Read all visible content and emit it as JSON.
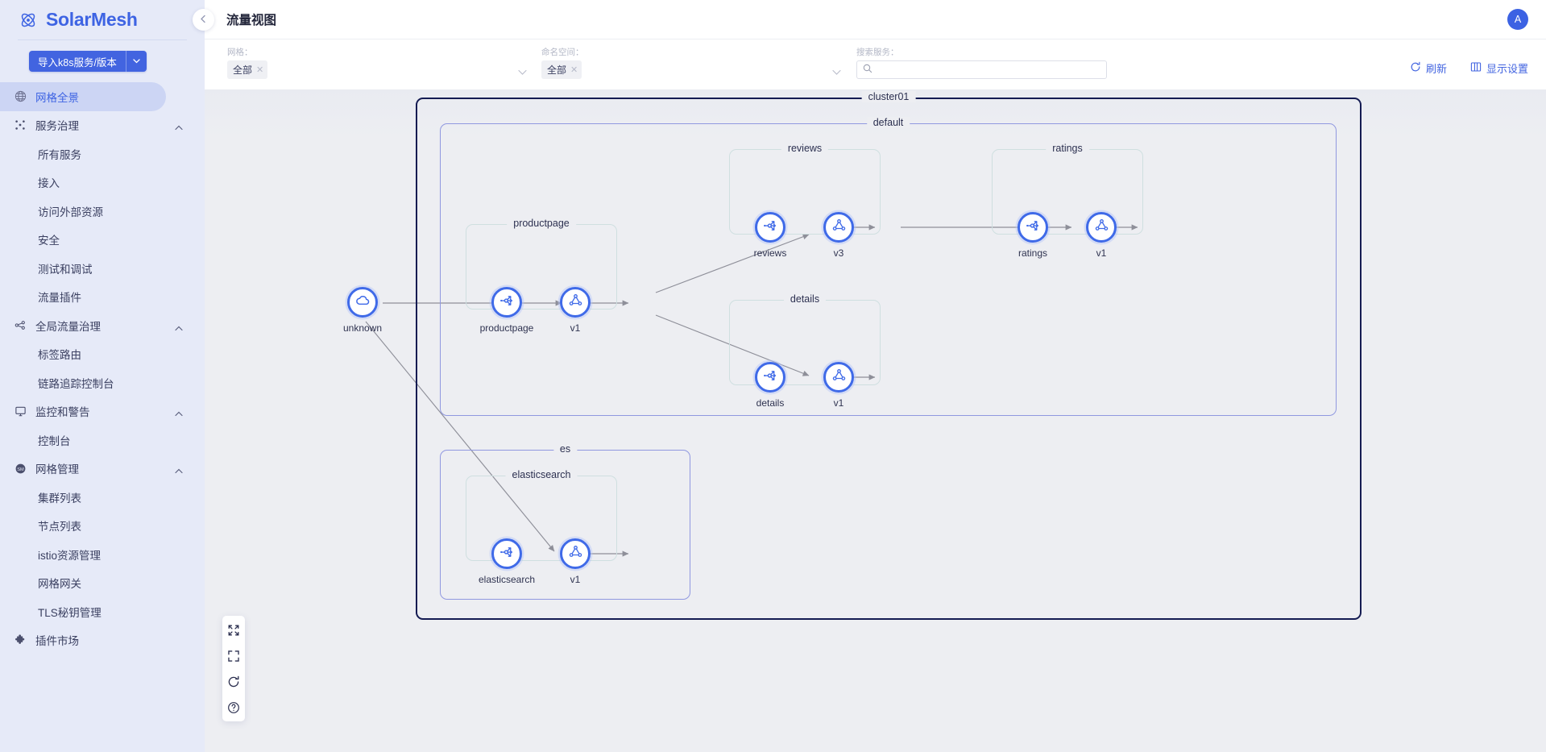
{
  "brand": {
    "name": "SolarMesh",
    "logo_icon": "atom-logo-icon"
  },
  "sidebar": {
    "import_button": {
      "label": "导入k8s服务/版本",
      "caret_icon": "chevron-down-icon"
    },
    "items": [
      {
        "label": "网格全景",
        "icon": "globe-icon",
        "level": "group",
        "active": true,
        "collapsible": false
      },
      {
        "label": "服务治理",
        "icon": "mesh-nodes-icon",
        "level": "group",
        "active": false,
        "collapsible": true,
        "expanded": true
      },
      {
        "label": "所有服务",
        "level": "child"
      },
      {
        "label": "接入",
        "level": "child"
      },
      {
        "label": "访问外部资源",
        "level": "child"
      },
      {
        "label": "安全",
        "level": "child"
      },
      {
        "label": "测试和调试",
        "level": "child"
      },
      {
        "label": "流量插件",
        "level": "child"
      },
      {
        "label": "全局流量治理",
        "icon": "traffic-flow-icon",
        "level": "group",
        "active": false,
        "collapsible": true,
        "expanded": true
      },
      {
        "label": "标签路由",
        "level": "child"
      },
      {
        "label": "链路追踪控制台",
        "level": "child"
      },
      {
        "label": "监控和警告",
        "icon": "monitor-icon",
        "level": "group",
        "active": false,
        "collapsible": true,
        "expanded": true
      },
      {
        "label": "控制台",
        "level": "child"
      },
      {
        "label": "网格管理",
        "icon": "mesh-manage-icon",
        "level": "group",
        "active": false,
        "collapsible": true,
        "expanded": true
      },
      {
        "label": "集群列表",
        "level": "child"
      },
      {
        "label": "节点列表",
        "level": "child"
      },
      {
        "label": "istio资源管理",
        "level": "child"
      },
      {
        "label": "网格网关",
        "level": "child"
      },
      {
        "label": "TLS秘钥管理",
        "level": "child"
      },
      {
        "label": "插件市场",
        "icon": "puzzle-icon",
        "level": "group",
        "active": false,
        "collapsible": false
      }
    ]
  },
  "header": {
    "title": "流量视图",
    "collapse_icon": "chevron-left-icon",
    "avatar_initial": "A"
  },
  "filters": {
    "mesh": {
      "label": "网格：",
      "value": "全部",
      "remove_icon": "close-small-icon",
      "chevron_icon": "chevron-down-icon"
    },
    "namespace": {
      "label": "命名空间：",
      "value": "全部",
      "remove_icon": "close-small-icon",
      "chevron_icon": "chevron-down-icon"
    },
    "search": {
      "label": "搜索服务：",
      "value": "",
      "placeholder": "",
      "icon": "search-icon"
    },
    "actions": [
      {
        "label": "刷新",
        "icon": "refresh-icon"
      },
      {
        "label": "显示设置",
        "icon": "display-settings-icon"
      }
    ]
  },
  "graph": {
    "colors": {
      "cluster_border": "#141b52",
      "namespace_border": "#9098e0",
      "service_border": "#cfdfe0",
      "node_accent": "#3f6ae8",
      "canvas_bg": "#edeef2",
      "edge": "#8e8f99"
    },
    "clusters": [
      {
        "name": "cluster01"
      }
    ],
    "namespaces": [
      {
        "name": "default",
        "cluster": "cluster01"
      },
      {
        "name": "es",
        "cluster": "cluster01"
      }
    ],
    "services": [
      {
        "name": "productpage",
        "namespace": "default"
      },
      {
        "name": "reviews",
        "namespace": "default"
      },
      {
        "name": "ratings",
        "namespace": "default"
      },
      {
        "name": "details",
        "namespace": "default"
      },
      {
        "name": "elasticsearch",
        "namespace": "es"
      }
    ],
    "nodes": [
      {
        "id": "unknown",
        "label": "unknown",
        "icon": "cloud-icon",
        "kind": "external"
      },
      {
        "id": "productpage",
        "label": "productpage",
        "icon": "service-fanout-icon",
        "kind": "service"
      },
      {
        "id": "productpage-v1",
        "label": "v1",
        "icon": "workload-triangle-icon",
        "kind": "version"
      },
      {
        "id": "reviews",
        "label": "reviews",
        "icon": "service-fanout-icon",
        "kind": "service"
      },
      {
        "id": "reviews-v3",
        "label": "v3",
        "icon": "workload-triangle-icon",
        "kind": "version"
      },
      {
        "id": "ratings",
        "label": "ratings",
        "icon": "service-fanout-icon",
        "kind": "service"
      },
      {
        "id": "ratings-v1",
        "label": "v1",
        "icon": "workload-triangle-icon",
        "kind": "version"
      },
      {
        "id": "details",
        "label": "details",
        "icon": "service-fanout-icon",
        "kind": "service"
      },
      {
        "id": "details-v1",
        "label": "v1",
        "icon": "workload-triangle-icon",
        "kind": "version"
      },
      {
        "id": "elasticsearch",
        "label": "elasticsearch",
        "icon": "service-fanout-icon",
        "kind": "service"
      },
      {
        "id": "elasticsearch-v1",
        "label": "v1",
        "icon": "workload-triangle-icon",
        "kind": "version"
      }
    ],
    "edges": [
      {
        "from": "unknown",
        "to": "productpage"
      },
      {
        "from": "unknown",
        "to": "elasticsearch"
      },
      {
        "from": "productpage",
        "to": "productpage-v1"
      },
      {
        "from": "productpage-v1",
        "to": "reviews"
      },
      {
        "from": "productpage-v1",
        "to": "details"
      },
      {
        "from": "reviews",
        "to": "reviews-v3"
      },
      {
        "from": "reviews-v3",
        "to": "ratings"
      },
      {
        "from": "ratings",
        "to": "ratings-v1"
      },
      {
        "from": "details",
        "to": "details-v1"
      },
      {
        "from": "elasticsearch",
        "to": "elasticsearch-v1"
      }
    ],
    "controls": [
      {
        "icon": "collapse-arrows-icon",
        "name": "collapse-view-button"
      },
      {
        "icon": "fit-screen-icon",
        "name": "fit-screen-button"
      },
      {
        "icon": "reload-icon",
        "name": "reload-graph-button"
      },
      {
        "icon": "help-circle-icon",
        "name": "help-button"
      }
    ]
  }
}
